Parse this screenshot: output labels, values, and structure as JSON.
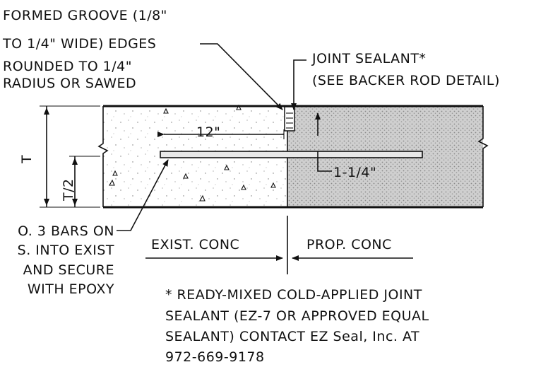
{
  "labels": {
    "groove": [
      "FORMED GROOVE (1/8\"",
      "TO 1/4\" WIDE) EDGES",
      "ROUNDED TO 1/4\"",
      "RADIUS OR SAWED"
    ],
    "sealant": [
      "JOINT SEALANT*",
      "(SEE BACKER ROD DETAIL)"
    ],
    "bars": [
      "O. 3 BARS ON",
      "S. INTO EXIST",
      "AND SECURE",
      "WITH EPOXY"
    ],
    "dim_12": "12\"",
    "dim_114": "1-1/4\"",
    "dim_t": "T",
    "dim_t2": "T/2",
    "exist": "EXIST. CONC",
    "prop": "PROP. CONC",
    "note": [
      "* READY-MIXED COLD-APPLIED JOINT",
      "SEALANT (EZ-7 OR APPROVED EQUAL",
      "SEALANT) CONTACT EZ Seal, Inc. AT",
      "972-669-9178"
    ]
  },
  "colors": {
    "line": "#111111",
    "proposed_fill": "#d9d9d9",
    "existing_fill": "#f3f3f3"
  }
}
